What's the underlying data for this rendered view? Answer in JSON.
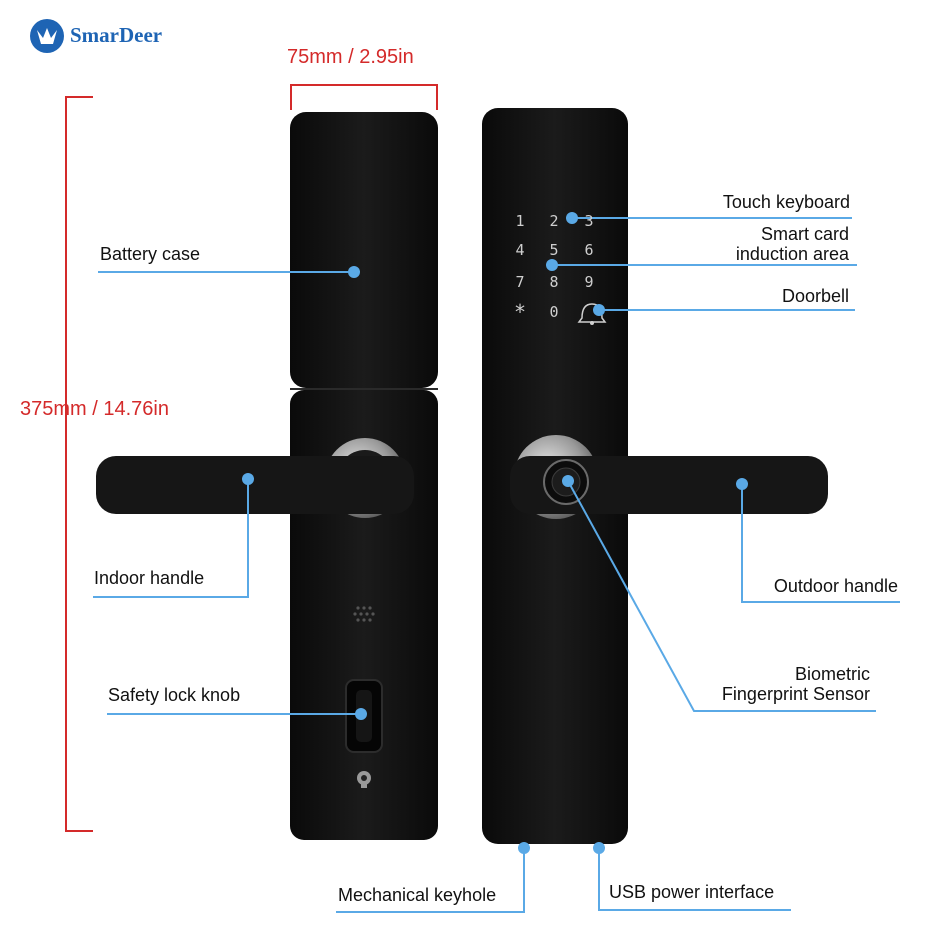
{
  "brand": {
    "name": "SmarDeer",
    "color": "#1e64b4"
  },
  "dimensions": {
    "width": "75mm / 2.95in",
    "height": "375mm / 14.76in",
    "color": "#d42a2a"
  },
  "keypad": [
    "1",
    "2",
    "3",
    "4",
    "5",
    "6",
    "7",
    "8",
    "9",
    "*",
    "0"
  ],
  "labels": {
    "battery_case": "Battery case",
    "indoor_handle": "Indoor handle",
    "safety_lock_knob": "Safety lock knob",
    "touch_keyboard": "Touch keyboard",
    "smart_card_line1": "Smart card",
    "smart_card_line2": "induction area",
    "doorbell": "Doorbell",
    "outdoor_handle": "Outdoor handle",
    "biometric_line1": "Biometric",
    "biometric_line2": "Fingerprint Sensor",
    "mechanical_keyhole": "Mechanical keyhole",
    "usb_power": "USB power interface"
  },
  "icons": [
    "deer-logo-icon",
    "doorbell-icon",
    "fingerprint-sensor-icon",
    "speaker-grille-icon",
    "keyhole-icon"
  ],
  "colors": {
    "callout": "#5aa9e6",
    "lock_body": "#101010"
  }
}
